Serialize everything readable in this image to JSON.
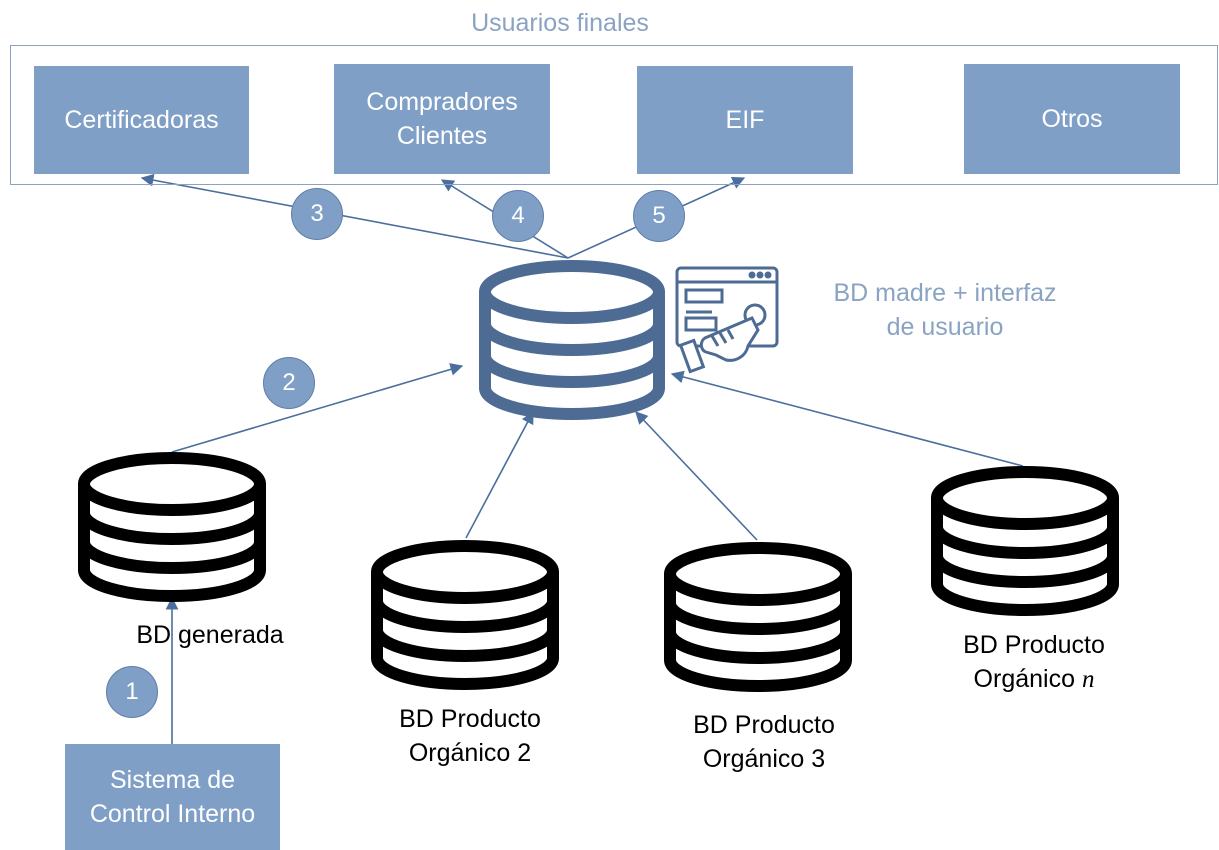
{
  "end_users": {
    "title": "Usuarios finales",
    "boxes": [
      "Certificadoras",
      "Compradores Clientes",
      "EIF",
      "Otros"
    ],
    "box_line1": {
      "compradores": "Compradores",
      "clientes": "Clientes"
    }
  },
  "mother_db": {
    "label_line1": "BD madre + interfaz",
    "label_line2": "de usuario"
  },
  "steps": [
    "1",
    "2",
    "3",
    "4",
    "5"
  ],
  "databases": {
    "generated": "BD generada",
    "p2_line1": "BD Producto",
    "p2_line2": "Orgánico 2",
    "p3_line1": "BD Producto",
    "p3_line2": "Orgánico 3",
    "pn_line1": "BD Producto",
    "pn_line2": "Orgánico",
    "pn_var": "n"
  },
  "source": {
    "line1": "Sistema de",
    "line2": "Control Interno"
  },
  "colors": {
    "box_fill": "#7f9fc6",
    "frame_stroke": "#8aa3c3",
    "db_black": "#000000",
    "db_blue": "#4e6b94",
    "arrow": "#4a6f9e",
    "text_blue": "#8aa3c3"
  }
}
